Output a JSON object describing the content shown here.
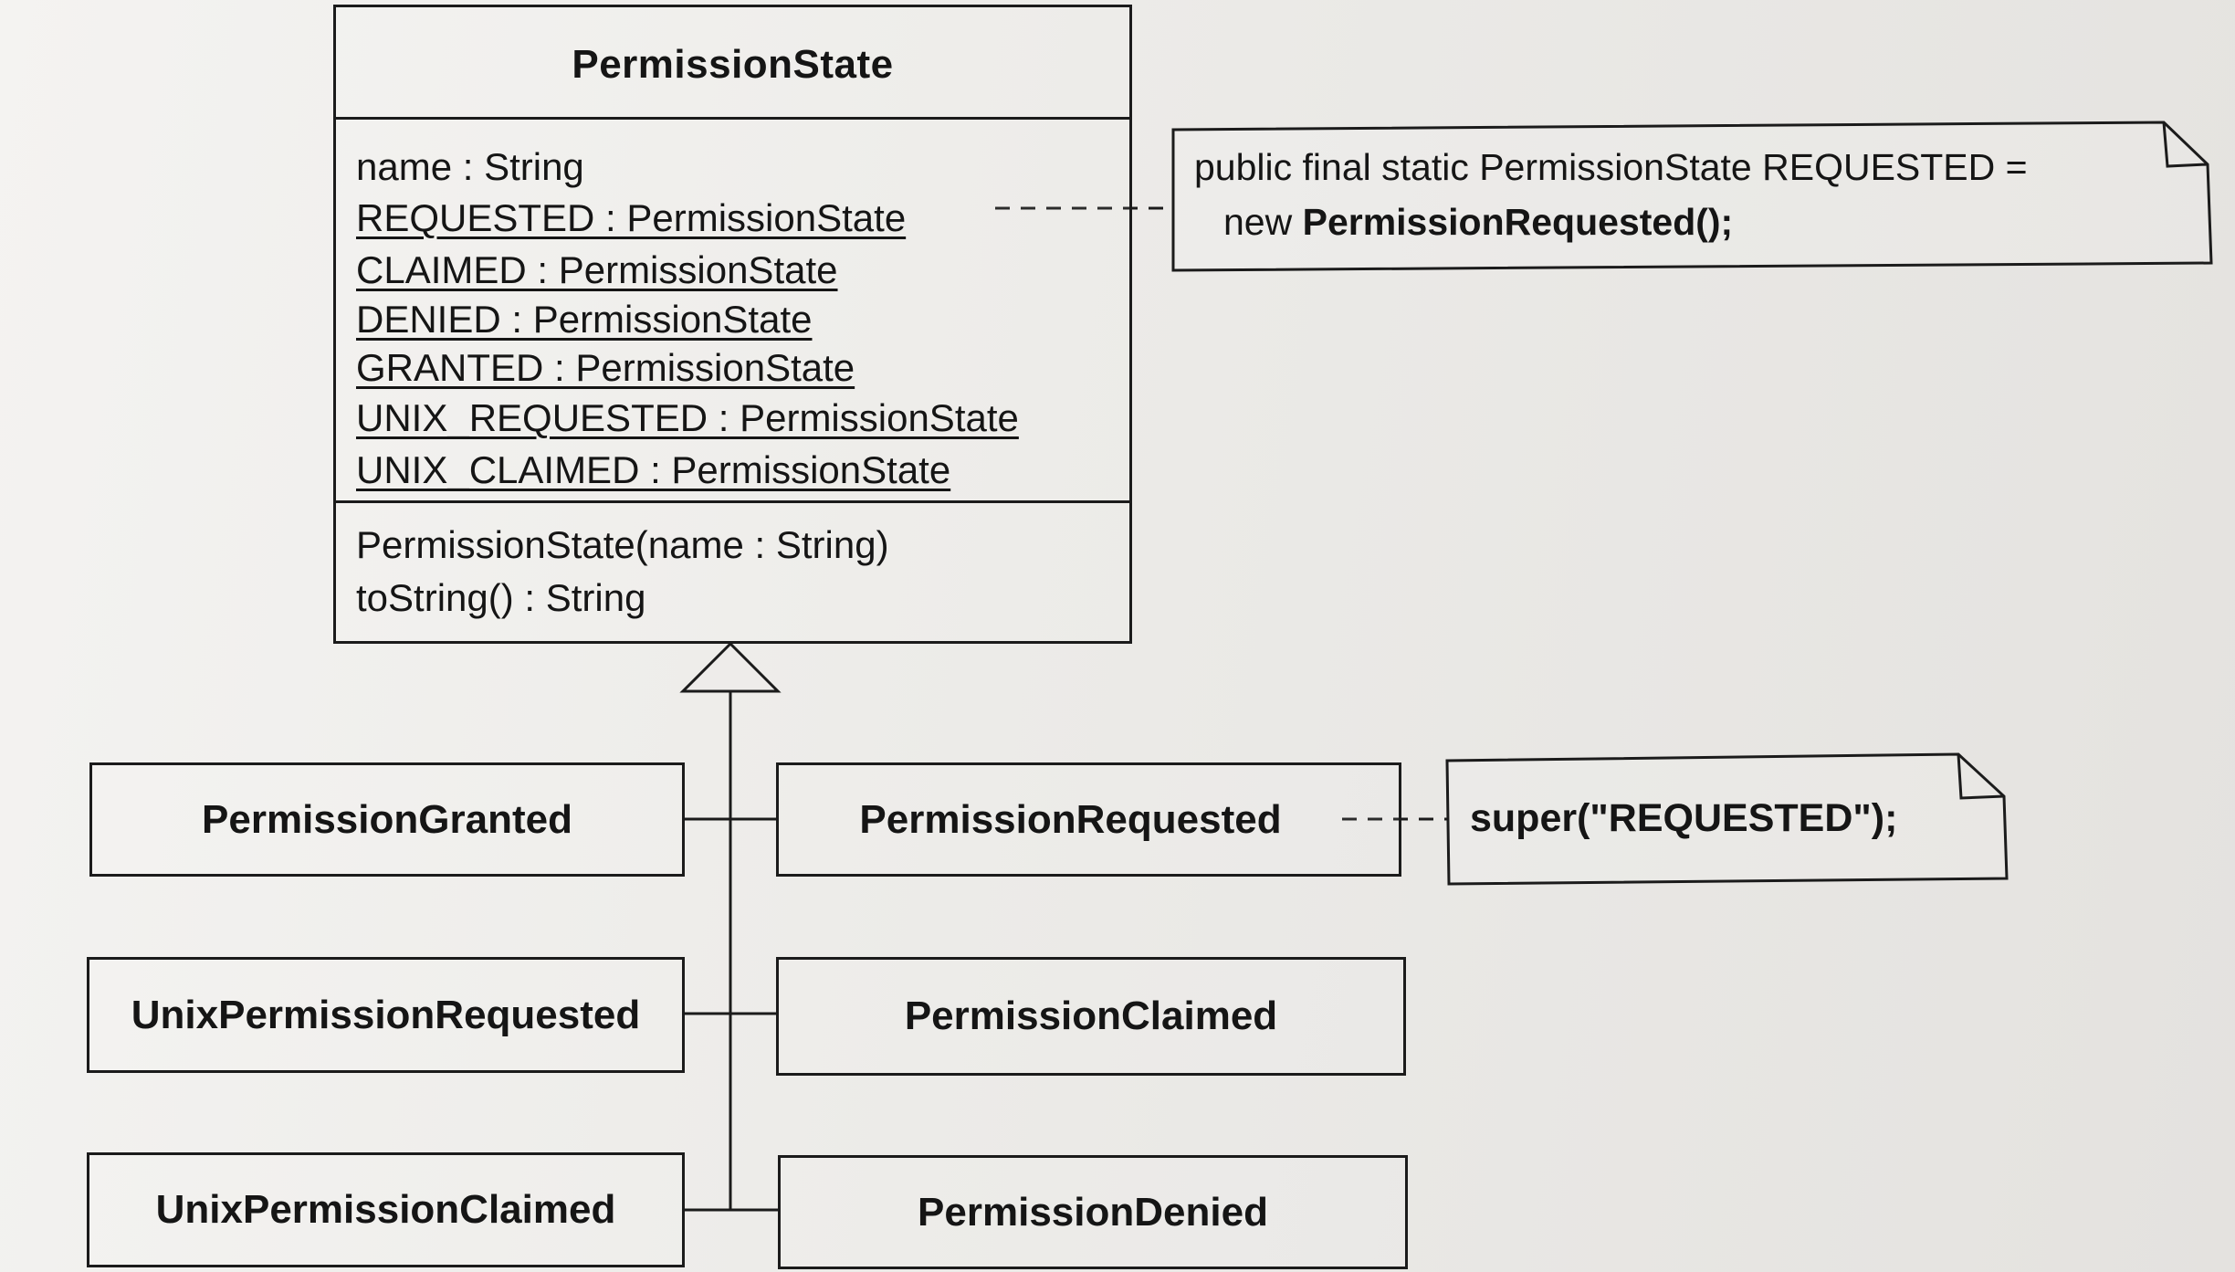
{
  "base_class": {
    "name": "PermissionState",
    "attributes": [
      {
        "text": "name : String",
        "static": false
      },
      {
        "text": "REQUESTED : PermissionState",
        "static": true
      },
      {
        "text": "CLAIMED : PermissionState",
        "static": true
      },
      {
        "text": "DENIED : PermissionState",
        "static": true
      },
      {
        "text": "GRANTED : PermissionState",
        "static": true
      },
      {
        "text": "UNIX_REQUESTED : PermissionState",
        "static": true
      },
      {
        "text": "UNIX_CLAIMED : PermissionState",
        "static": true
      }
    ],
    "operations": [
      {
        "text": "PermissionState(name : String)"
      },
      {
        "text": "toString() : String"
      }
    ]
  },
  "subclasses": {
    "left": [
      "PermissionGranted",
      "UnixPermissionRequested",
      "UnixPermissionClaimed"
    ],
    "right": [
      "PermissionRequested",
      "PermissionClaimed",
      "PermissionDenied"
    ]
  },
  "notes": {
    "requested_field": {
      "line1": "public final static PermissionState REQUESTED =",
      "line2_prefix": "new ",
      "line2_bold": "PermissionRequested();"
    },
    "requested_constructor": {
      "text": "super(\"REQUESTED\");"
    }
  },
  "colors": {
    "ink": "#1b1b1b",
    "paper": "#eeecea"
  }
}
